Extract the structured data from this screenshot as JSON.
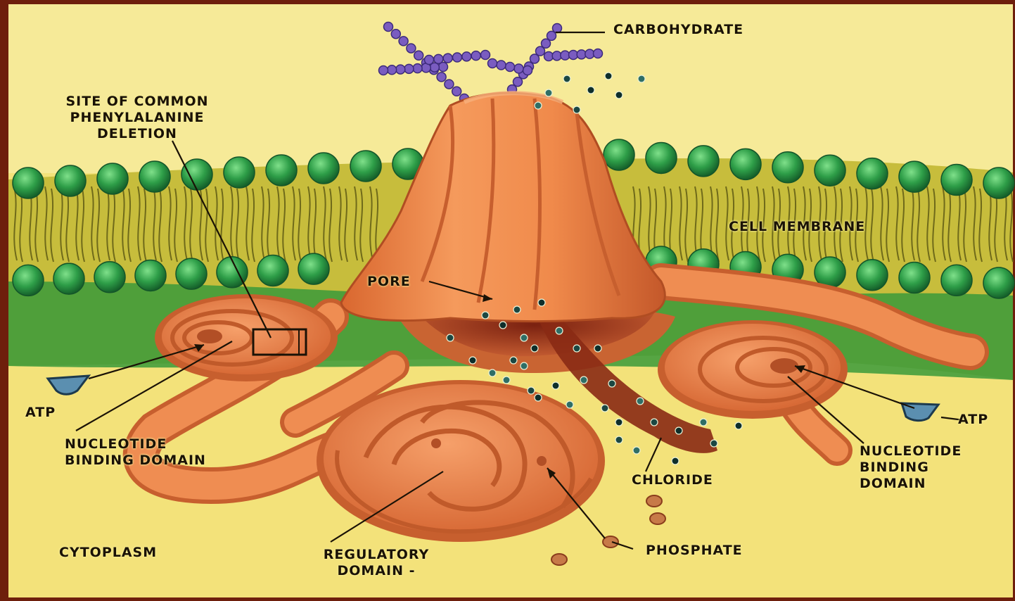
{
  "labels": {
    "carbohydrate": "CARBOHYDRATE",
    "site_line1": "SITE OF COMMON",
    "site_line2": "PHENYLALANINE",
    "site_line3": "DELETION",
    "cell_membrane": "CELL MEMBRANE",
    "pore": "PORE",
    "atp_left": "ATP",
    "atp_right": "ATP",
    "nbd_left_line1": "NUCLEOTIDE",
    "nbd_left_line2": "BINDING DOMAIN",
    "nbd_right_line1": "NUCLEOTIDE",
    "nbd_right_line2": "BINDING",
    "nbd_right_line3": "DOMAIN",
    "chloride": "CHLORIDE",
    "cytoplasm": "CYTOPLASM",
    "regulatory_line1": "REGULATORY",
    "regulatory_line2": "DOMAIN -",
    "phosphate": "PHOSPHATE"
  },
  "colors": {
    "frame": "#6e1f0c",
    "background": "#f3e27a",
    "membrane_head": "#2e9e48",
    "membrane_tail": "#c9c23a",
    "protein": "#ee8a4e",
    "protein_dark": "#b9532a",
    "carbohydrate": "#7a5cc0",
    "chloride_ion": "#123a36",
    "atp": "#5b8fb0"
  }
}
